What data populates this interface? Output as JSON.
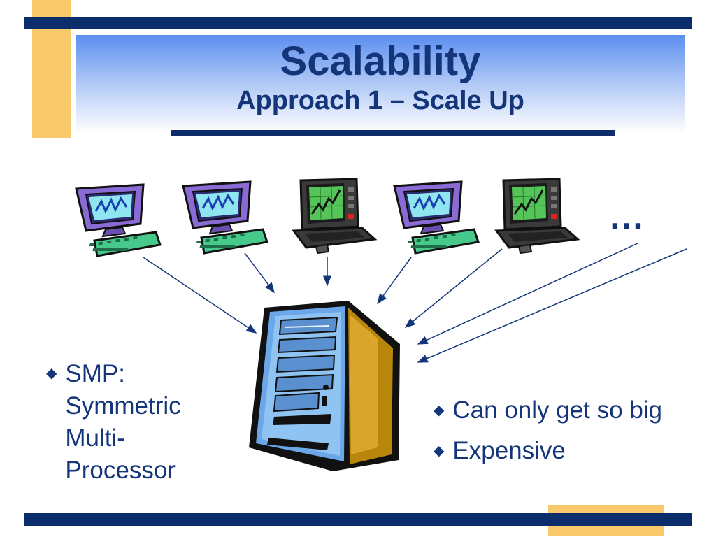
{
  "slide": {
    "title": "Scalability",
    "subtitle": "Approach 1 – Scale Up",
    "ellipsis": "…",
    "left_bullet": "SMP: Symmetric Multi-Processor",
    "right_bullets": [
      "Can only get so big",
      "Expensive"
    ]
  },
  "colors": {
    "navy": "#0b2d6b",
    "gold": "#f7c96a",
    "title_text": "#14357a",
    "gradient_top": "#5b8ef0"
  },
  "icons": {
    "clients": [
      "computer-purple-icon",
      "computer-purple-icon",
      "computer-terminal-green-icon",
      "computer-purple-icon",
      "computer-terminal-green-icon"
    ],
    "server": "server-tower-icon",
    "bullet": "diamond-bullet-icon"
  }
}
